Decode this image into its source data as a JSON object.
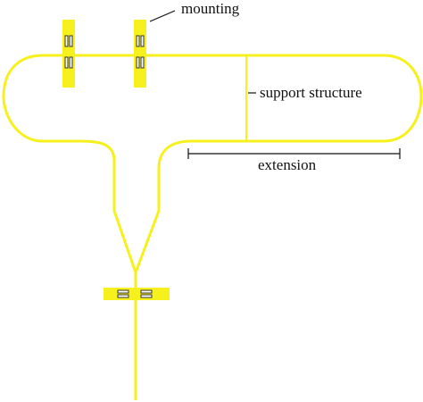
{
  "labels": {
    "mounting": "mounting",
    "support_structure": "support structure",
    "extension": "extension"
  },
  "colors": {
    "structure": "#f6f01c",
    "mount": "#f6f01c",
    "slot_fill": "#ffffff",
    "slot_stroke": "#333333",
    "ink": "#111111"
  }
}
